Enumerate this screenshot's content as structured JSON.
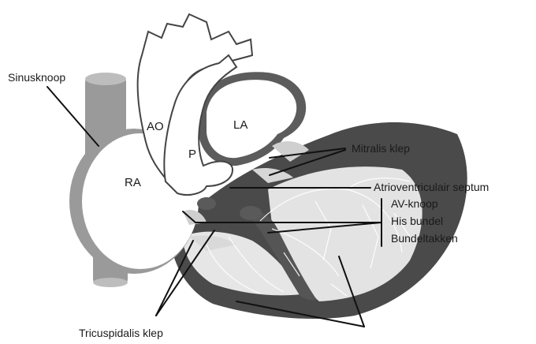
{
  "labels": {
    "sinusknoop": "Sinusknoop",
    "ao": "AO",
    "la": "LA",
    "ra": "RA",
    "p": "P",
    "mitralis": "Mitralis klep",
    "septum": "Atrioventriculair septum",
    "av_knoop": "AV-knoop",
    "his_bundel": "His bundel",
    "bundeltakken": "Bundeltakken",
    "tricuspidalis": "Tricuspidalis klep"
  },
  "colors": {
    "muscle": "#4a4a4a",
    "wall": "#8a8a8a",
    "light_wall": "#b9b9b9",
    "chamber": "#ffffff",
    "inner": "#d8d8d8",
    "line": "#111111"
  }
}
